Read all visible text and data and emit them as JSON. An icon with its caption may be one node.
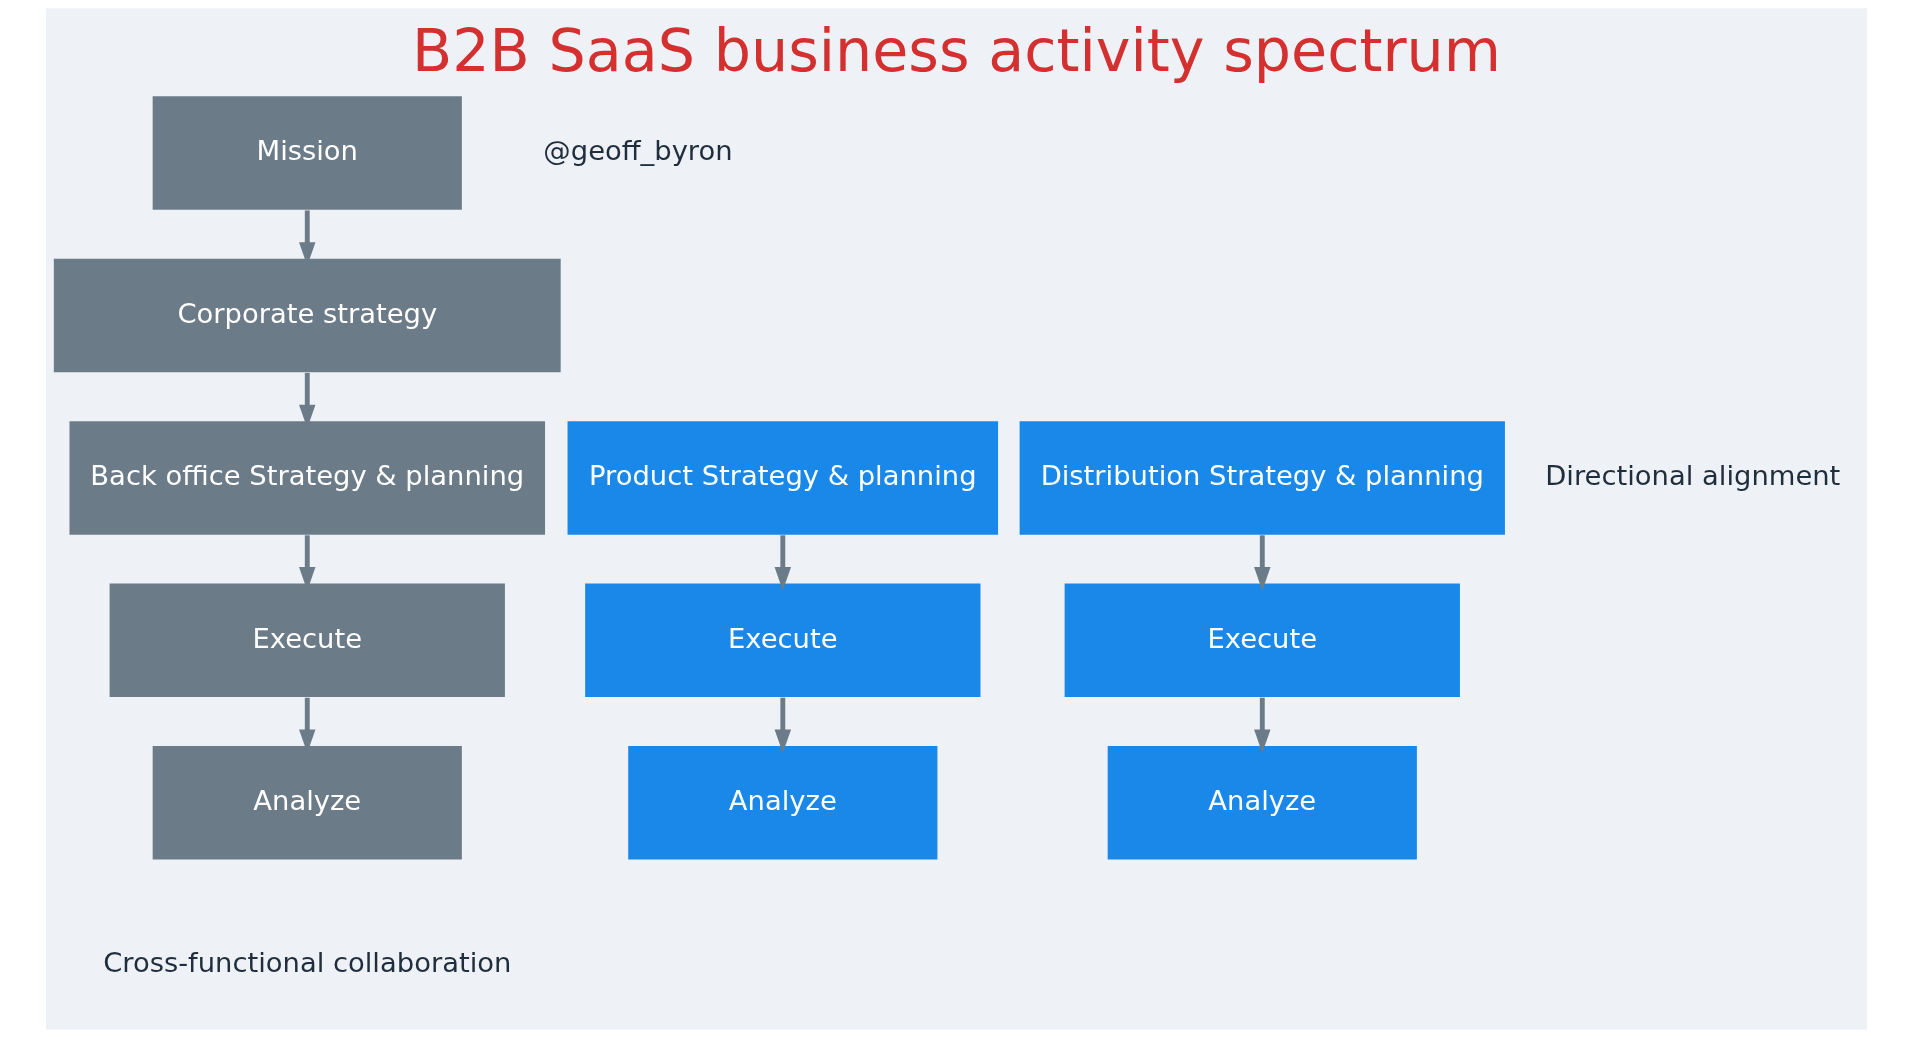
{
  "diagram": {
    "title": "B2B SaaS business activity spectrum",
    "nodes": [
      {
        "text": [
          "Mission"
        ]
      },
      {
        "text": [
          "Corporate strategy"
        ]
      },
      {
        "text": [
          "Product Strategy & planning"
        ]
      },
      {
        "text": [
          "Back office Strategy & planning"
        ]
      },
      {
        "text": [
          "Distribution Strategy & planning"
        ]
      },
      {
        "text": [
          "Execute"
        ]
      },
      {
        "text": [
          "Execute"
        ]
      },
      {
        "text": [
          "Execute"
        ]
      },
      {
        "text": [
          "Analyze"
        ]
      },
      {
        "text": [
          "Analyze"
        ]
      },
      {
        "text": [
          "Analyze"
        ]
      }
    ],
    "edges": [
      {
        "from": 0,
        "to": 1,
        "arrow": "to"
      },
      {
        "from": 1,
        "to": 3,
        "arrow": "to"
      },
      {
        "from": 2,
        "to": 5,
        "arrow": "to"
      },
      {
        "from": 3,
        "to": 6,
        "arrow": "to"
      },
      {
        "from": 4,
        "to": 7,
        "arrow": "to"
      },
      {
        "from": 5,
        "to": 8,
        "arrow": "to"
      },
      {
        "from": 6,
        "to": 9,
        "arrow": "to"
      },
      {
        "from": 7,
        "to": 10,
        "arrow": "to"
      }
    ],
    "labels": [
      "@geoff_byron",
      "Directional alignment",
      "Cross-functional collaboration"
    ]
  }
}
